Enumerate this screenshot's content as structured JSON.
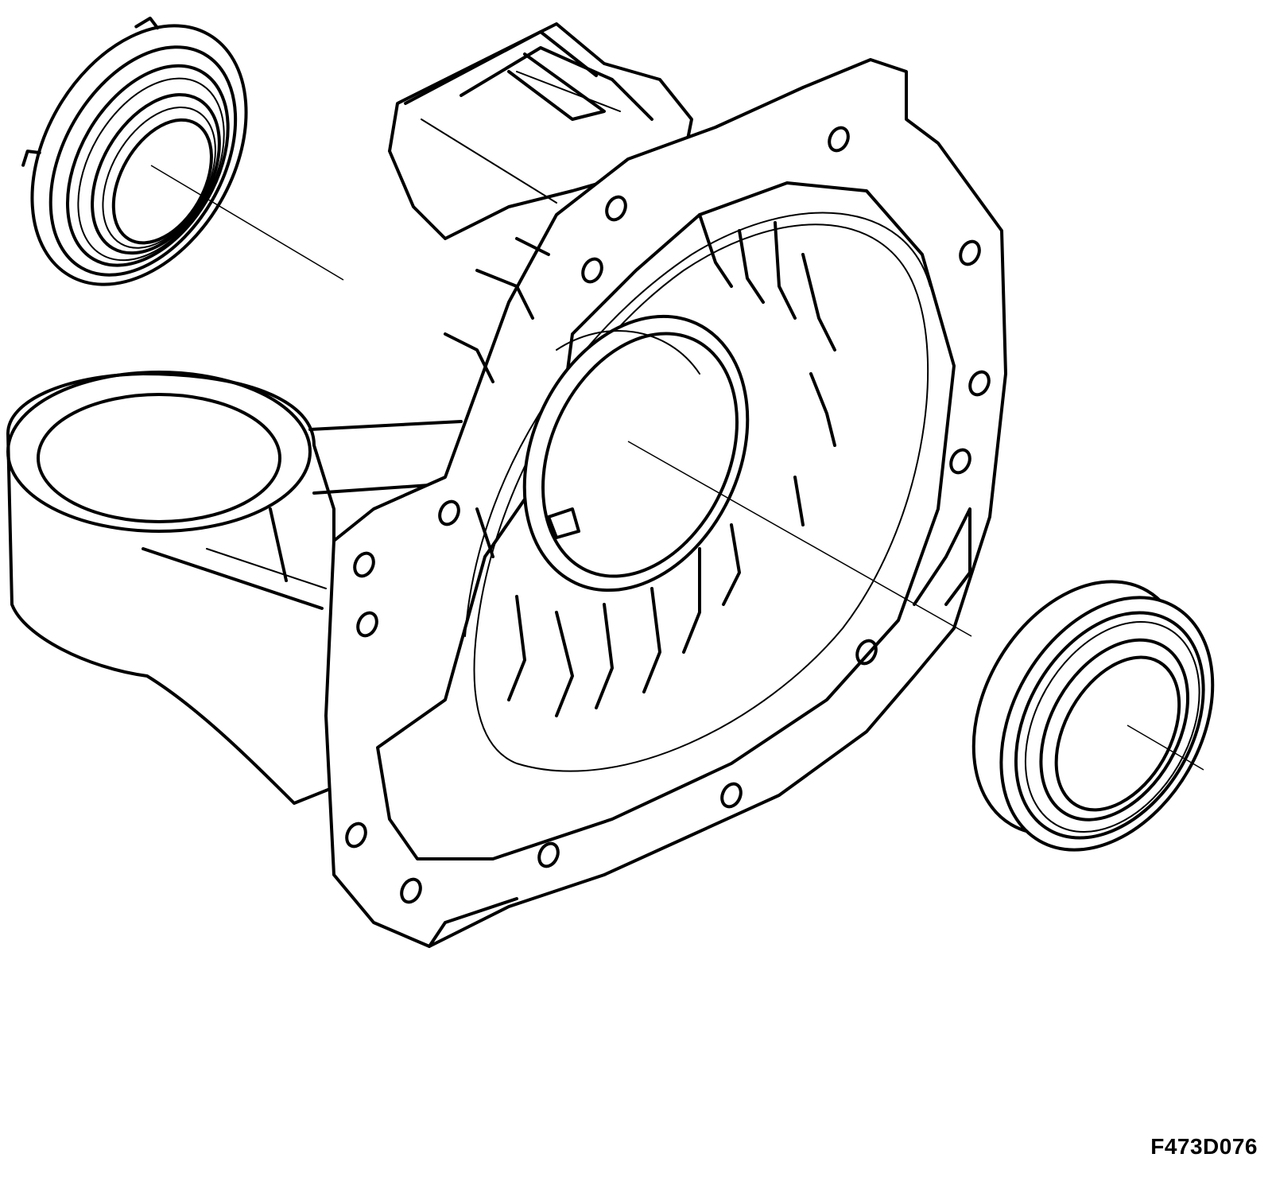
{
  "figure": {
    "code": "F473D076"
  },
  "parts": {
    "seal_left": "oil-seal",
    "housing": "differential-housing",
    "seal_right": "bearing-seal"
  },
  "colors": {
    "ink": "#000000",
    "background": "#ffffff"
  }
}
